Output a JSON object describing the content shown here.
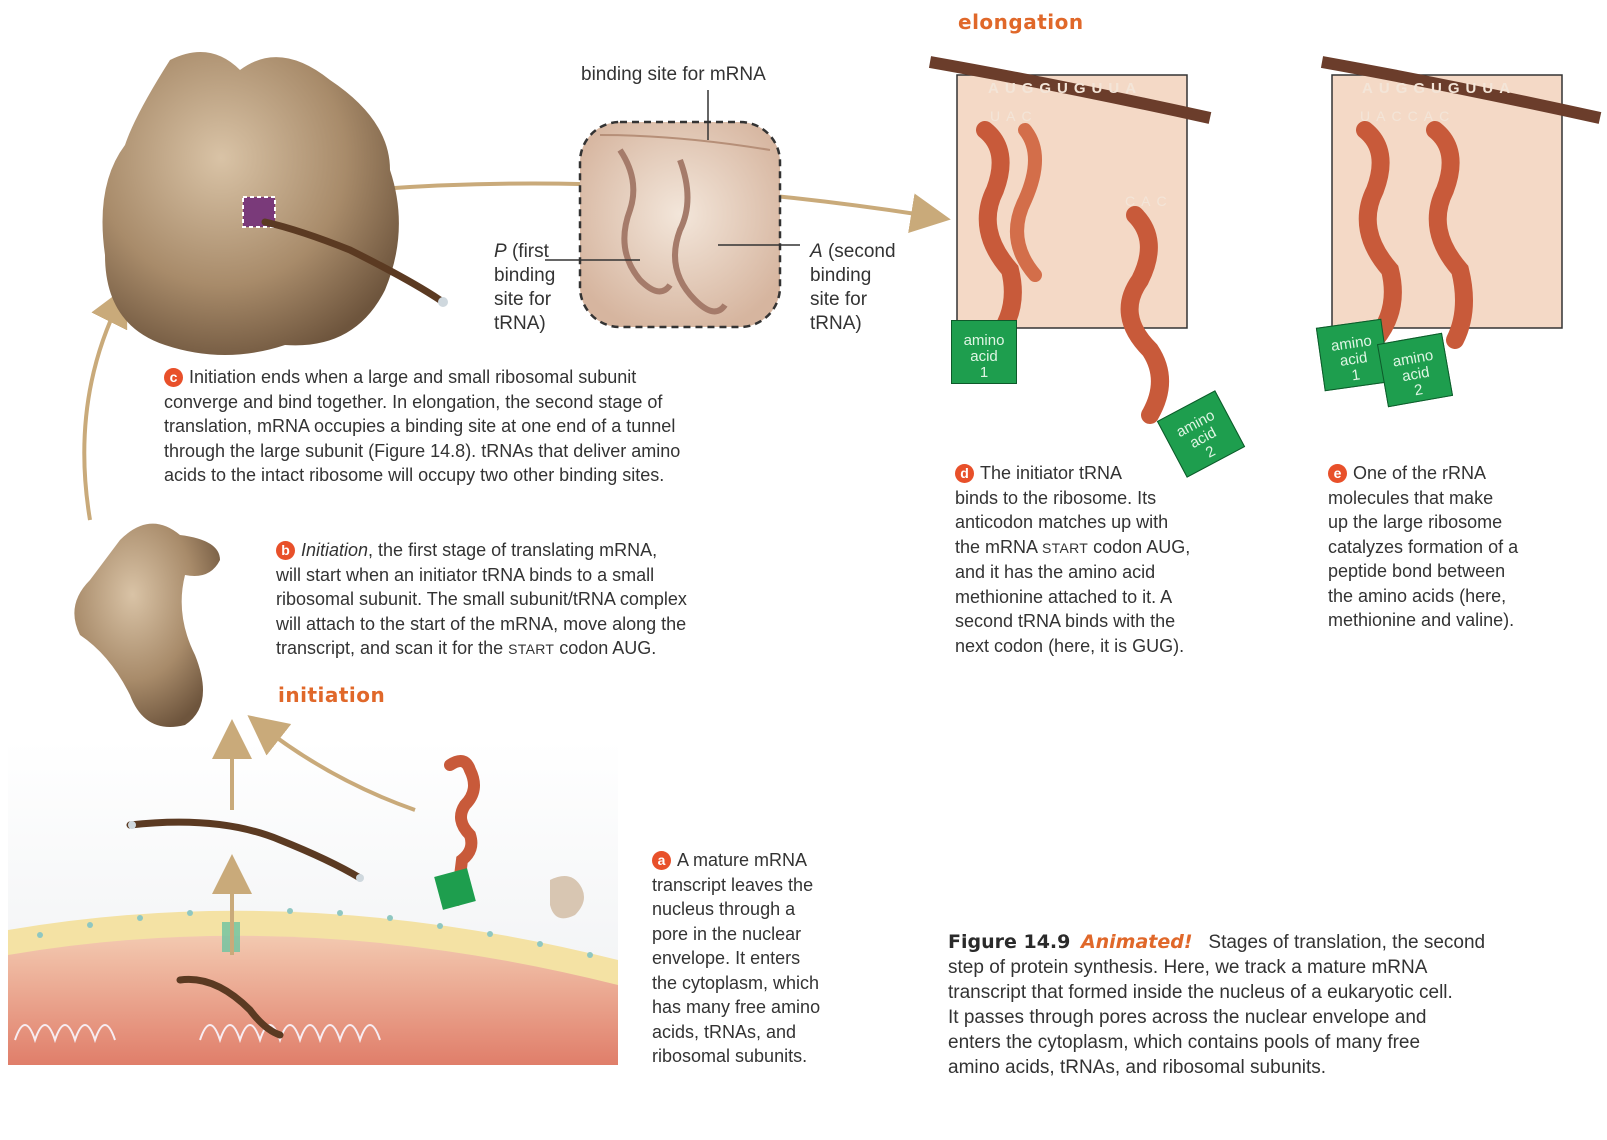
{
  "headings": {
    "elongation": "elongation",
    "initiation": "initiation"
  },
  "labels": {
    "binding_site_mrna": "binding site for mRNA",
    "p_site_letter": "P",
    "p_site_rest": " (first\nbinding\nsite for\ntRNA)",
    "a_site_letter": "A",
    "a_site_rest": " (second\nbinding\nsite for\ntRNA)"
  },
  "codons": {
    "mrna_d": [
      "A",
      "U",
      "G",
      "G",
      "U",
      "G",
      "U",
      "U",
      "A"
    ],
    "anticodon_d1": [
      "U",
      "A",
      "C"
    ],
    "anticodon_d2": [
      "C",
      "A",
      "C"
    ],
    "mrna_e": [
      "A",
      "U",
      "G",
      "G",
      "U",
      "G",
      "U",
      "U",
      "A"
    ],
    "anticodon_e": [
      "U",
      "A",
      "C",
      "C",
      "A",
      "C"
    ]
  },
  "amino_acids": {
    "d1": "amino\nacid\n1",
    "d2": "amino\nacid\n2",
    "e1": "amino\nacid\n1",
    "e2": "amino\nacid\n2"
  },
  "steps": {
    "a": {
      "badge": "a",
      "text": "A mature mRNA\ntranscript leaves the\nnucleus through a\npore in the nuclear\nenvelope. It enters\nthe cytoplasm, which\nhas many free amino\nacids, tRNAs, and\nribosomal subunits."
    },
    "b": {
      "badge": "b",
      "italic": "Initiation",
      "text1": ", the first stage of translating mRNA,\nwill start when an initiator tRNA binds to a small\nribosomal subunit. The small subunit/tRNA complex\nwill attach to the start of the mRNA, move along the\ntranscript, and scan it for the ",
      "smallcaps": "START",
      "text2": " codon AUG."
    },
    "c": {
      "badge": "c",
      "text": "Initiation ends when a large and small ribosomal subunit\nconverge and bind together. In elongation, the second stage of\ntranslation, mRNA occupies a binding site at one end of a tunnel\nthrough the large subunit (Figure 14.8). tRNAs that deliver amino\nacids to the intact ribosome will occupy two other binding sites."
    },
    "d": {
      "badge": "d",
      "text1": "The initiator tRNA\nbinds to the ribosome. Its\nanticodon matches up with\nthe mRNA ",
      "smallcaps": "START",
      "text2": " codon AUG,\nand it has the amino acid\nmethionine attached to it. A\nsecond tRNA binds with the\nnext codon (here, it is GUG)."
    },
    "e": {
      "badge": "e",
      "text": "One of the rRNA\nmolecules that make\nup the large ribosome\ncatalyzes formation of a\npeptide bond between\nthe amino acids (here,\nmethionine and valine)."
    }
  },
  "caption": {
    "figure": "Figure 14.9",
    "animated": "Animated!",
    "text": "Stages of translation, the second\nstep of protein synthesis. Here, we track a mature mRNA\ntranscript that formed inside the nucleus of a eukaryotic cell.\nIt passes through pores across the nuclear envelope and\nenters the cytoplasm, which contains pools of many free\namino acids, tRNAs, and ribosomal subunits."
  },
  "colors": {
    "accent_orange": "#e0682a",
    "badge_red": "#e8502a",
    "amino_green": "#1e9e4e",
    "trna": "#c85a3a",
    "ribosome": "#b39575",
    "arrow": "#c9aa7a"
  }
}
